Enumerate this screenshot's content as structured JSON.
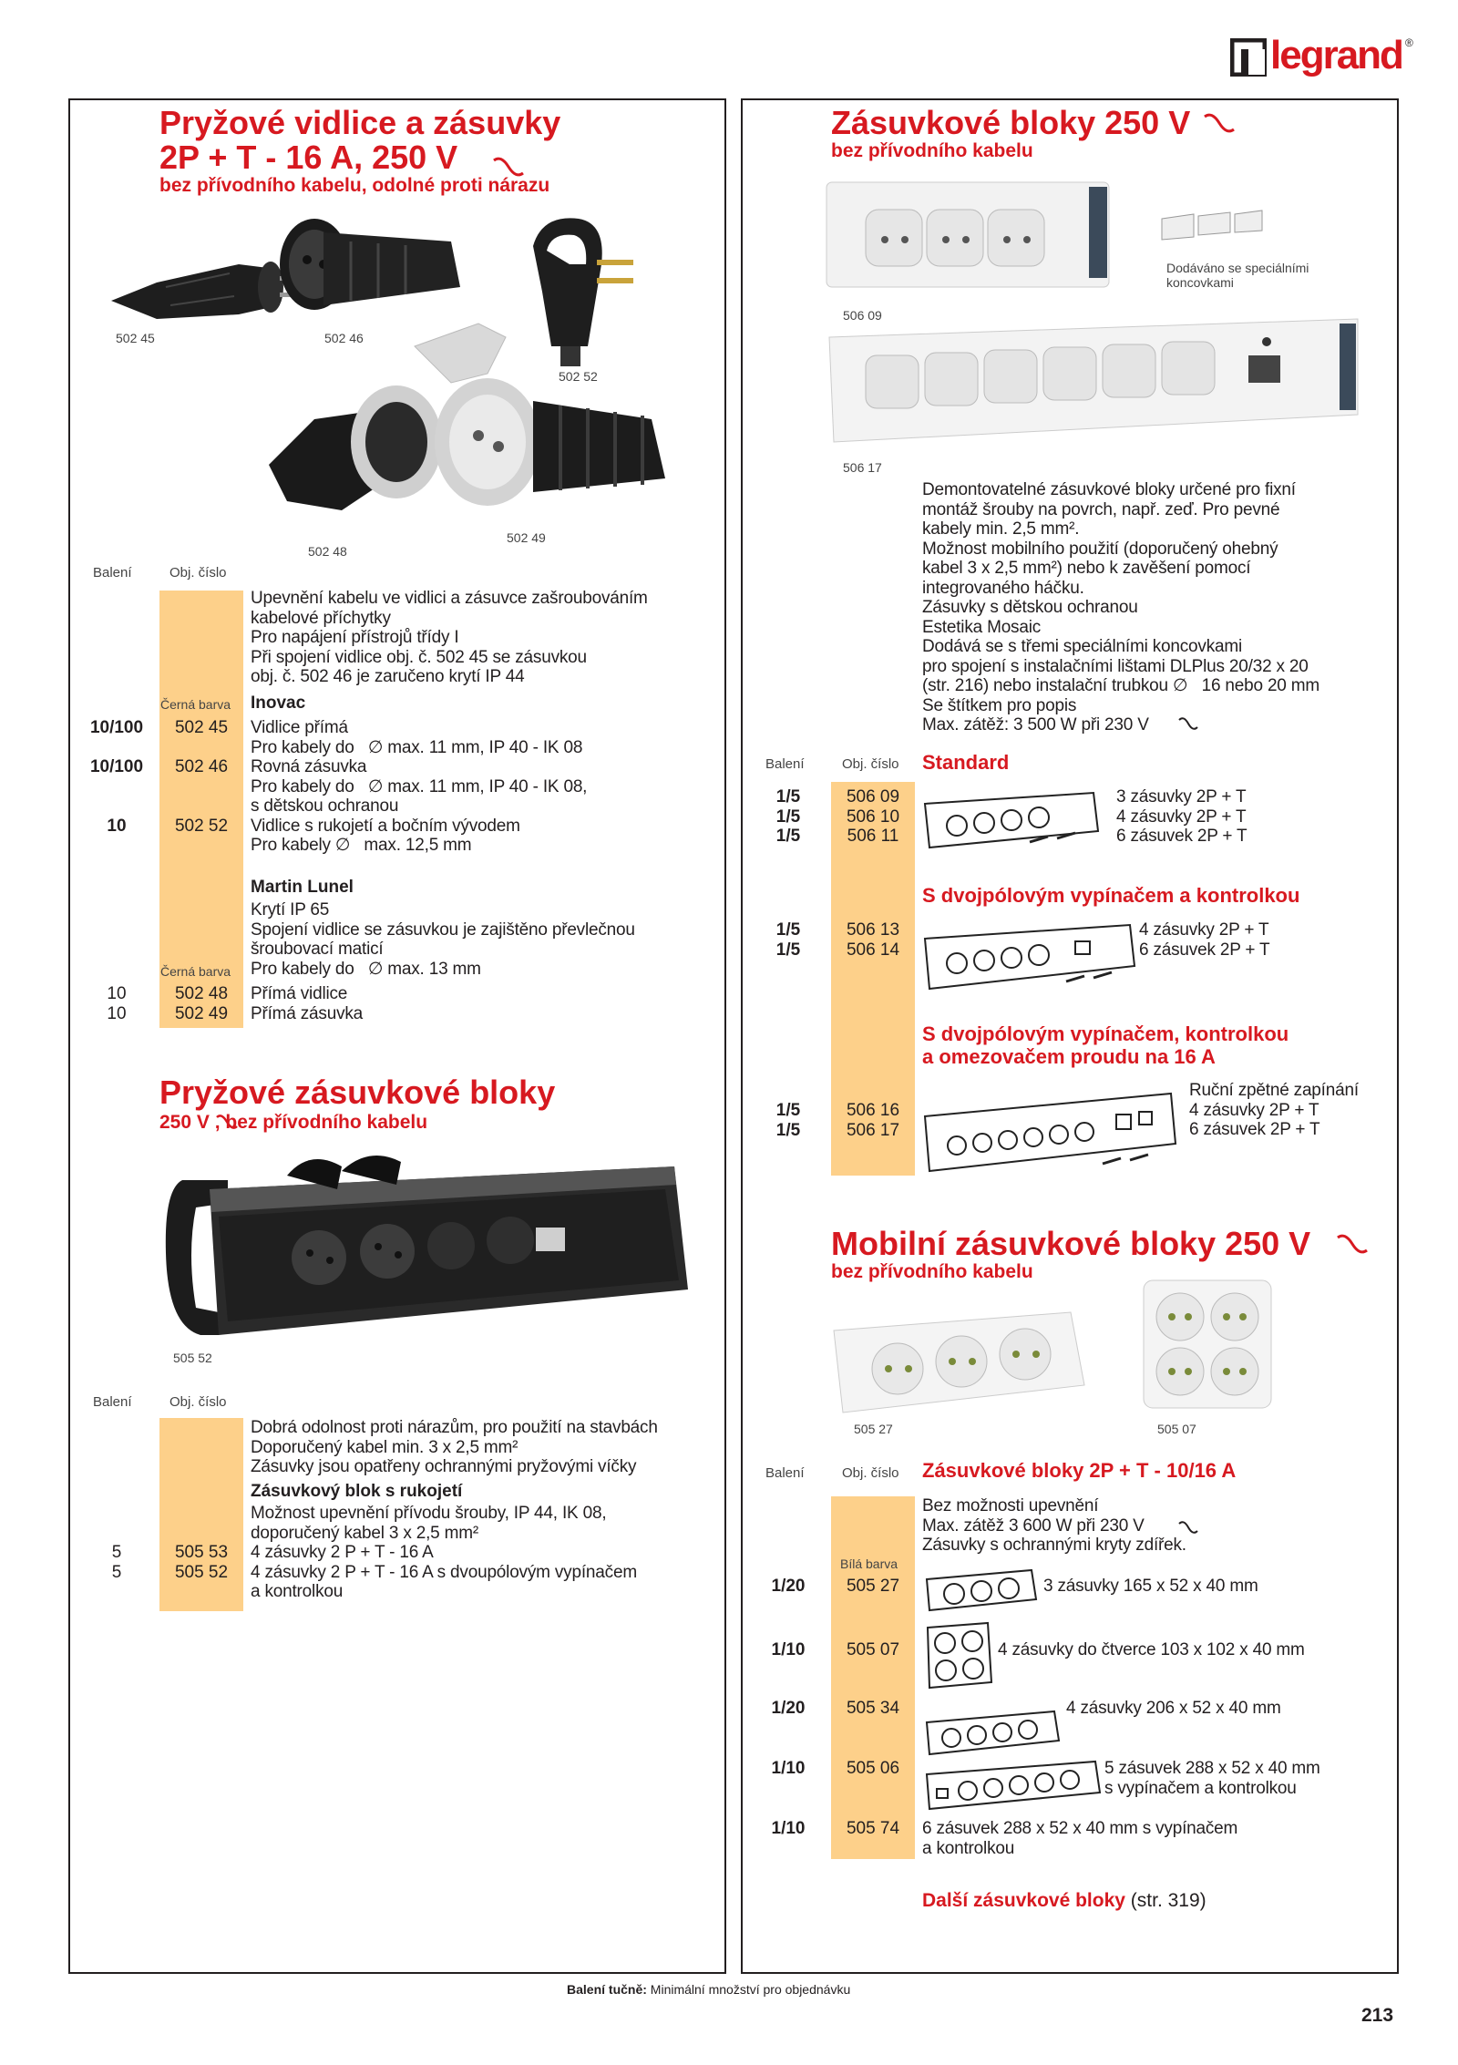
{
  "brand": {
    "logo_text": "legrand",
    "reg": "®"
  },
  "left": {
    "title1": "Pryžové vidlice a zásuvky",
    "title2": "2P + T - 16 A, 250 V",
    "subtitle": "bez přívodního kabelu, odolné proti nárazu",
    "captions": [
      "502 45",
      "502 46",
      "502 52",
      "502 48",
      "502 49"
    ],
    "col_baleni": "Balení",
    "col_obj": "Obj. číslo",
    "desc": "Upevnění kabelu ve vidlici a zásuvce zašroubováním\nkabelové příchytky\nPro napájení přístrojů třídy I\nPři spojení vidlice obj. č. 502 45 se zásuvkou\nobj. č. 502 46 je zaručeno krytí IP 44",
    "color1": "Černá barva",
    "inovac": "Inovac",
    "rows1_bal": "10/100\n\n10/100\n\n\n10",
    "rows1_ref": "502 45\n\n502 46\n\n\n502 52",
    "rows1_desc": "Vidlice přímá\nPro kabely do   ∅ max. 11 mm, IP 40 - IK 08\nRovná zásuvka\nPro kabely do   ∅ max. 11 mm, IP 40 - IK 08,\ns dětskou ochranou\nVidlice s rukojetí a bočním vývodem\nPro kabely ∅   max. 12,5 mm",
    "martin": "Martin Lunel",
    "martin_desc": "Krytí IP 65\nSpojení vidlice se zásuvkou je zajištěno převlečnou\nšroubovací maticí\nPro kabely do   ∅ max. 13 mm",
    "color2": "Černá barva",
    "rows2_bal": "10\n10",
    "rows2_ref": "502 48\n502 49",
    "rows2_desc": "Přímá vidlice\nPřímá zásuvka",
    "title3": "Pryžové zásuvkové bloky",
    "subtitle3": "250 V   , bez přívodního kabelu",
    "caption3": "505 52",
    "desc3": "Dobrá odolnost proti nárazům, pro použití na stavbách\nDoporučený kabel min. 3 x 2,5 mm²\nZásuvky jsou opatřeny ochrannými pryžovými víčky",
    "blok_title": "Zásuvkový blok s rukojetí",
    "rows3_bal": "\n\n5\n5",
    "rows3_ref": "\n\n505 53\n505 52",
    "rows3_desc": "Možnost upevnění přívodu šrouby, IP 44, IK 08,\ndoporučený kabel 3 x 2,5 mm²\n4 zásuvky 2 P + T - 16 A\n4 zásuvky 2 P + T - 16 A s dvoupólovým vypínačem\na kontrolkou"
  },
  "right": {
    "title1": "Zásuvkové bloky 250 V",
    "subtitle1": "bez přívodního kabelu",
    "note": "Dodáváno se speciálními\nkoncovkami",
    "captions": [
      "506 09",
      "506 17"
    ],
    "desc": "Demontovatelné zásuvkové bloky určené pro fixní\nmontáž šrouby na povrch, např. zeď. Pro pevné\nkabely min. 2,5 mm².\nMožnost mobilního použití (doporučený ohebný\nkabel 3 x 2,5 mm²) nebo k zavěšení pomocí\nintegrovaného háčku.\nZásuvky s dětskou ochranou\nEstetika Mosaic\nDodává se s třemi speciálními koncovkami\npro spojení s instalačními lištami DLPlus 20/32 x 20\n(str. 216) nebo instalační trubkou ∅   16 nebo 20 mm\nSe štítkem pro popis\nMax. zátěž: 3 500 W při 230 V",
    "col_baleni": "Balení",
    "col_obj": "Obj. číslo",
    "standard": "Standard",
    "std_bal": "1/5\n1/5\n1/5",
    "std_ref": "506 09\n506 10\n506 11",
    "std_desc": "3 zásuvky 2P + T\n4 zásuvky 2P + T\n6 zásuvek 2P + T",
    "sec2": "S dvojpólovým vypínačem a kontrolkou",
    "s2_bal": "1/5\n1/5",
    "s2_ref": "506 13\n506 14",
    "s2_desc": "4 zásuvky 2P + T\n6 zásuvek 2P + T",
    "sec3a": "S dvojpólovým vypínačem, kontrolkou",
    "sec3b": "a omezovačem proudu na 16 A",
    "s3_bal": "1/5\n1/5",
    "s3_ref": "506 16\n506 17",
    "s3_desc": "Ruční zpětné zapínání\n4 zásuvky 2P + T\n6 zásuvek 2P + T",
    "title2": "Mobilní zásuvkové bloky 250 V",
    "subtitle2": "bez přívodního kabelu",
    "captions2": [
      "505 27",
      "505 07"
    ],
    "sec4": "Zásuvkové bloky 2P + T - 10/16 A",
    "mob_desc": "Bez možnosti upevnění\nMax. zátěž 3 600 W při 230 V\nZásuvky s ochrannými kryty zdířek.",
    "white": "Bílá barva",
    "mob_rows": [
      {
        "bal": "1/20",
        "ref": "505 27",
        "desc": "3 zásuvky 165 x 52 x 40 mm"
      },
      {
        "bal": "1/10",
        "ref": "505 07",
        "desc": "4 zásuvky do čtverce 103 x 102 x 40 mm"
      },
      {
        "bal": "1/20",
        "ref": "505 34",
        "desc": "4 zásuvky 206 x 52 x 40 mm"
      },
      {
        "bal": "1/10",
        "ref": "505 06",
        "desc": "5 zásuvek 288 x 52 x 40 mm\ns vypínačem a kontrolkou"
      },
      {
        "bal": "1/10",
        "ref": "505 74",
        "desc": "6 zásuvek 288 x 52 x 40 mm s vypínačem\na kontrolkou"
      }
    ],
    "more_bold": "Další zásuvkové bloky",
    "more_ref": " (str. 319)"
  },
  "footer": {
    "note_bold": "Balení tučně:",
    "note": " Minimální množství pro objednávku",
    "page": "213"
  }
}
